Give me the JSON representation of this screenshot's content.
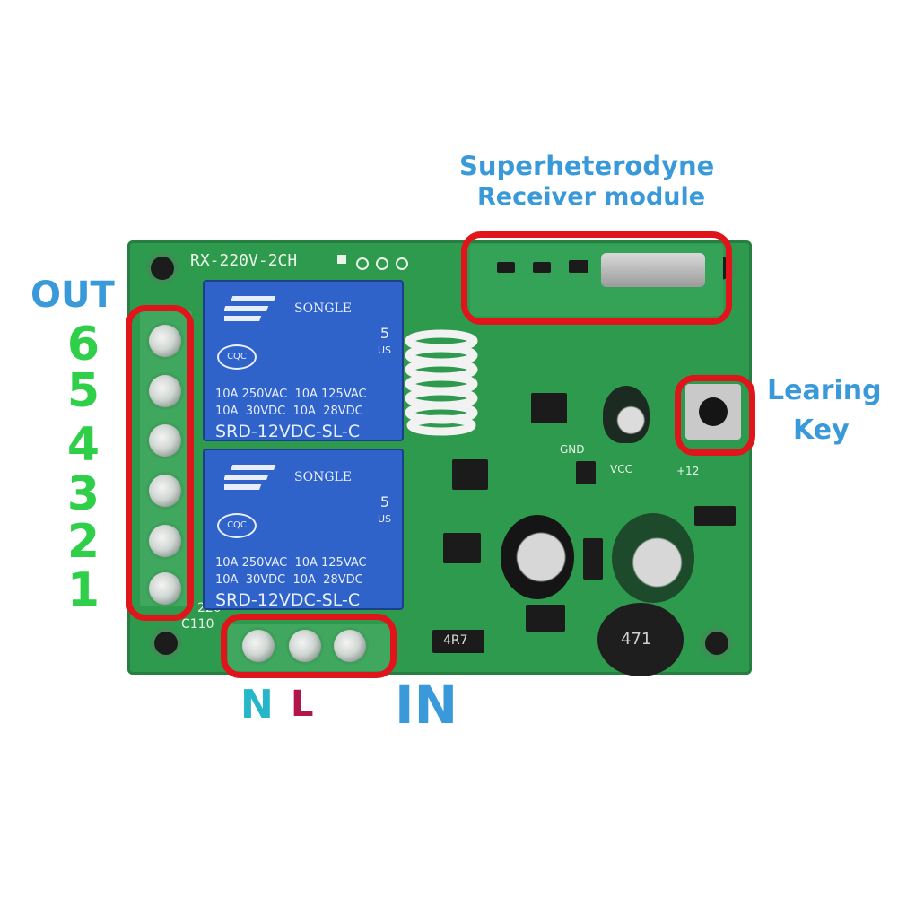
{
  "labels": {
    "receiver_line1": "Superheterodyne",
    "receiver_line2": "Receiver module",
    "learning_line1": "Learing",
    "learning_line2": "Key",
    "out": "OUT",
    "out_digits": [
      "6",
      "5",
      "4",
      "3",
      "2",
      "1"
    ],
    "n": "N",
    "l": "L",
    "in": "IN"
  },
  "board": {
    "silkscreen_title": "RX-220V-2CH",
    "gnd": "GND",
    "vcc": "VCC",
    "plus12": "+12",
    "resistor": "4R7",
    "inductor": "471",
    "ac_left_top": "220",
    "ac_left_bottom": "C110"
  },
  "relays": [
    {
      "brand": "SONGLE",
      "cert": "CQC",
      "ul_number": "5",
      "ul_country": "US",
      "rating_line1": "10A 250VAC  10A 125VAC",
      "rating_line2": "10A  30VDC  10A  28VDC",
      "model": "SRD-12VDC-SL-C"
    },
    {
      "brand": "SONGLE",
      "cert": "CQC",
      "ul_number": "5",
      "ul_country": "US",
      "rating_line1": "10A 250VAC  10A 125VAC",
      "rating_line2": "10A  30VDC  10A  28VDC",
      "model": "SRD-12VDC-SL-C"
    }
  ],
  "colors": {
    "board": "#2e9a4e",
    "annotation": "#e0141b",
    "label_blue": "#3a9ad9",
    "digit_green": "#2fcf4a",
    "n_color": "#25b7c9",
    "l_color": "#b0164a",
    "relay_blue": "#2f63c9"
  }
}
